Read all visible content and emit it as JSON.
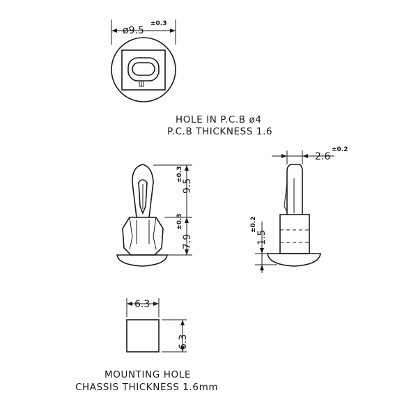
{
  "top_view": {
    "diameter_label": "ø9.5",
    "tolerance": "±0.3"
  },
  "pcb_note": {
    "line1": "HOLE IN P.C.B ø4",
    "line2": "P.C.B THICKNESS 1.6"
  },
  "front_view": {
    "height_label": "9.5",
    "height_tol": "±0.3",
    "base_label": "7.9",
    "base_tol": "±0.3"
  },
  "side_view": {
    "width_label": "2.6",
    "width_tol": "±0.2",
    "flange_label": "1.5",
    "flange_tol": "±0.2"
  },
  "mounting_hole": {
    "width_label": "6.3",
    "height_label": "6.3",
    "note_line1": "MOUNTING HOLE",
    "note_line2": "CHASSIS THICKNESS 1.6mm"
  }
}
